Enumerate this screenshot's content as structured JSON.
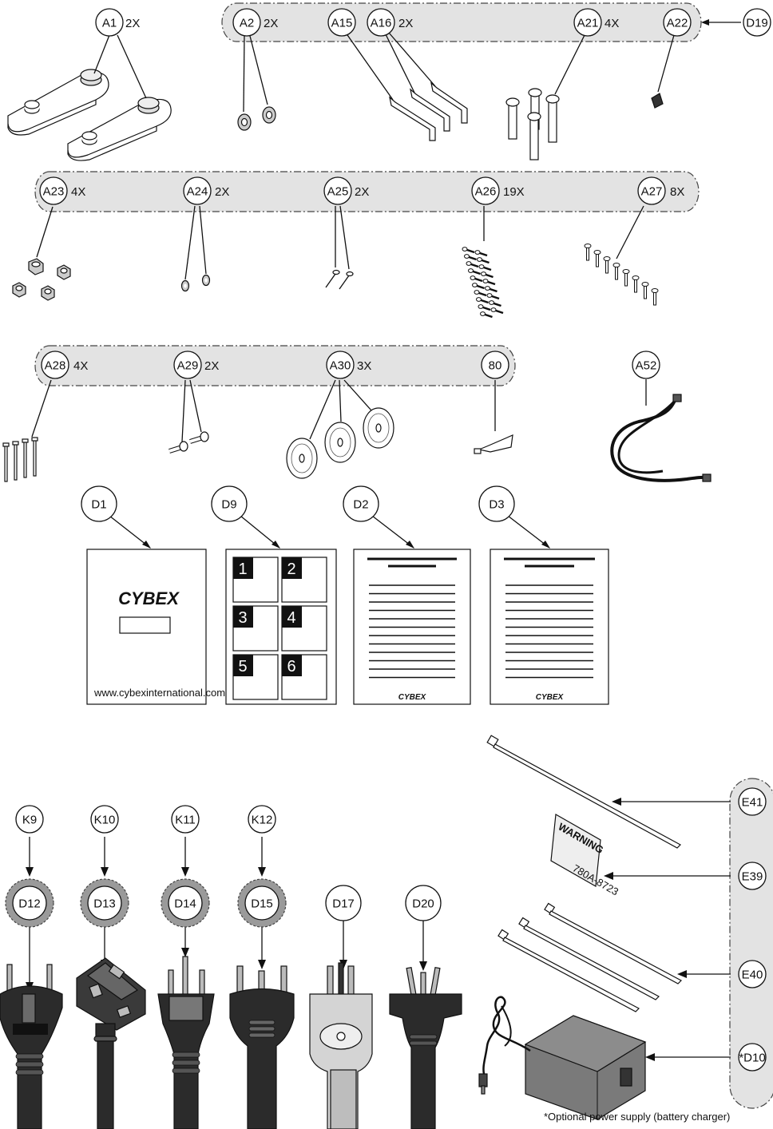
{
  "callouts": {
    "A1": "A1",
    "A2": "A2",
    "A15": "A15",
    "A16": "A16",
    "A21": "A21",
    "A22": "A22",
    "D19": "D19",
    "A23": "A23",
    "A24": "A24",
    "A25": "A25",
    "A26": "A26",
    "A27": "A27",
    "A28": "A28",
    "A29": "A29",
    "A30": "A30",
    "P80": "80",
    "A52": "A52",
    "D1": "D1",
    "D9": "D9",
    "D2": "D2",
    "D3": "D3",
    "K9": "K9",
    "K10": "K10",
    "K11": "K11",
    "K12": "K12",
    "D12": "D12",
    "D13": "D13",
    "D14": "D14",
    "D15": "D15",
    "D17": "D17",
    "D20": "D20",
    "E41": "E41",
    "E39": "E39",
    "E40": "E40",
    "D10": "*D10"
  },
  "quantities": {
    "A1": "2X",
    "A2": "2X",
    "A16": "2X",
    "A21": "4X",
    "A23": "4X",
    "A24": "2X",
    "A25": "2X",
    "A26": "19X",
    "A27": "8X",
    "A28": "4X",
    "A29": "2X",
    "A30": "3X"
  },
  "documents": {
    "brand": "CYBEX",
    "website": "www.cybexinternational.com",
    "d9_numbers": [
      "1",
      "2",
      "3",
      "4",
      "5",
      "6"
    ]
  },
  "warning_label": {
    "title": "WARNING",
    "code": "780A-8723"
  },
  "footnote": "*Optional power supply (battery charger)",
  "colors": {
    "group_fill": "#e3e3e3",
    "plug_dark": "#2b2b2b",
    "plug_mid": "#5a5a5a",
    "ring_gray": "#9a9a9a"
  }
}
